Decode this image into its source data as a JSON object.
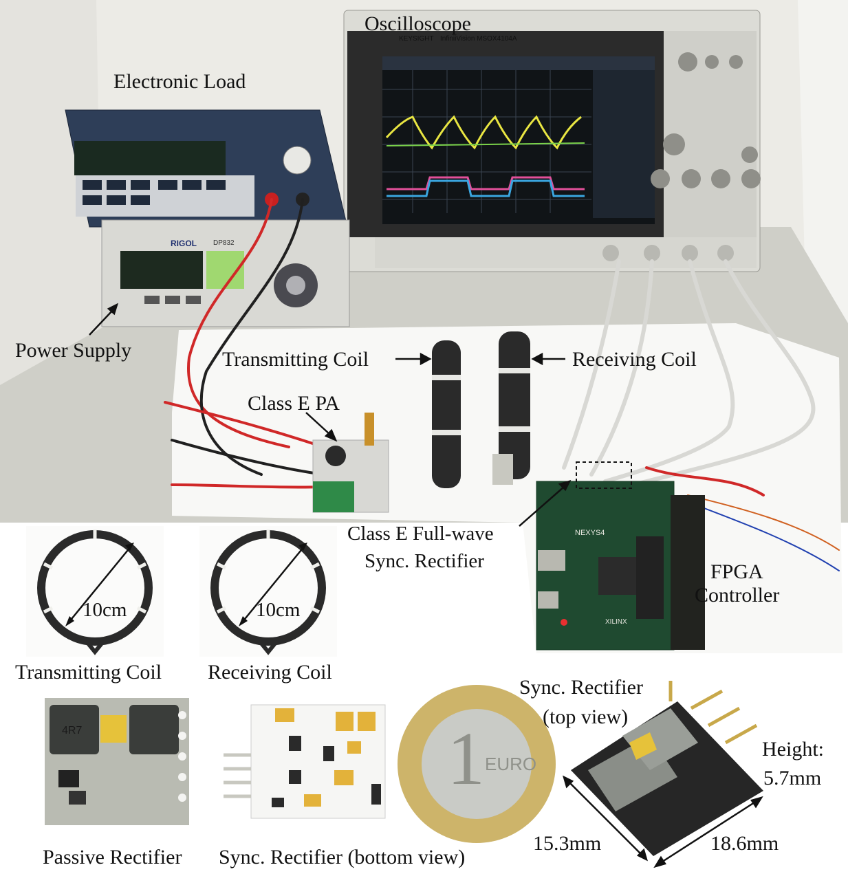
{
  "labels": {
    "oscilloscope": "Oscilloscope",
    "electronic_load": "Electronic Load",
    "power_supply": "Power Supply",
    "transmitting_coil_arrow": "Transmitting Coil",
    "receiving_coil_arrow": "Receiving Coil",
    "class_e_pa": "Class E PA",
    "class_e_rect_line1": "Class E Full-wave",
    "class_e_rect_line2": "Sync. Rectifier",
    "fpga_line1": "FPGA",
    "fpga_line2": "Controller",
    "tx_coil_caption": "Transmitting Coil",
    "rx_coil_caption": "Receiving Coil",
    "tx_diameter": "10cm",
    "rx_diameter": "10cm",
    "sync_top_line1": "Sync. Rectifier",
    "sync_top_line2": "(top view)",
    "height_line1": "Height:",
    "height_line2": "5.7mm",
    "dim_width": "15.3mm",
    "dim_length": "18.6mm",
    "passive_rectifier": "Passive Rectifier",
    "sync_bottom": "Sync. Rectifier (bottom view)"
  },
  "device_text": {
    "scope_brand": "KEYSIGHT",
    "scope_model": "InfiniiVision MSOX4104A",
    "psu_brand": "RIGOL",
    "psu_model": "DP832",
    "fpga_board": "NEXYS4",
    "fpga_chip": "XILINX",
    "coin": "EURO",
    "inductor_marking": "4R7"
  }
}
